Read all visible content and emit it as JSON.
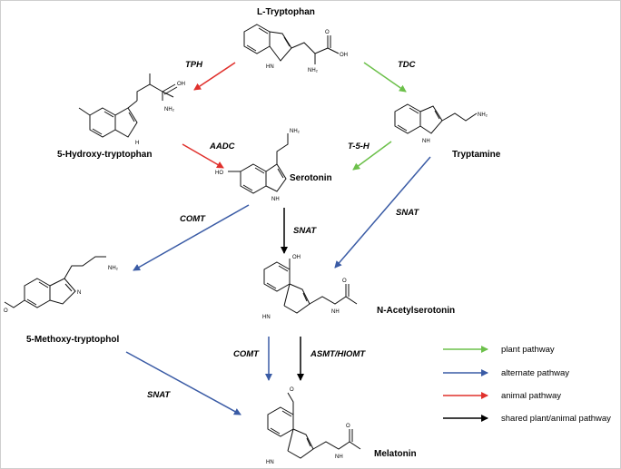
{
  "colors": {
    "plant": "#6cc04a",
    "alternate": "#3a5ba5",
    "animal": "#e0302c",
    "shared": "#000000"
  },
  "compounds": {
    "l_tryptophan": "L-Tryptophan",
    "hydroxy_tryptophan": "5-Hydroxy-tryptophan",
    "tryptamine": "Tryptamine",
    "serotonin": "Serotonin",
    "n_acetylserotonin": "N-Acetylserotonin",
    "methoxy_tryptophol": "5-Methoxy-tryptophol",
    "melatonin": "Melatonin"
  },
  "enzymes": {
    "tph": "TPH",
    "tdc": "TDC",
    "aadc": "AADC",
    "t5h": "T-5-H",
    "snat_top": "SNAT",
    "comt_left": "COMT",
    "snat_center": "SNAT",
    "comt_center": "COMT",
    "asmt_hiomt": "ASMT/HIOMT",
    "snat_bottom": "SNAT"
  },
  "atoms": {
    "oh": "OH",
    "o": "O",
    "ho": "HO",
    "nh": "NH",
    "nh2": "NH₂",
    "n": "N",
    "hn": "HN",
    "h": "H"
  },
  "legend": {
    "plant": "plant pathway",
    "alternate": "alternate pathway",
    "animal": "animal pathway",
    "shared": "shared plant/animal pathway"
  }
}
